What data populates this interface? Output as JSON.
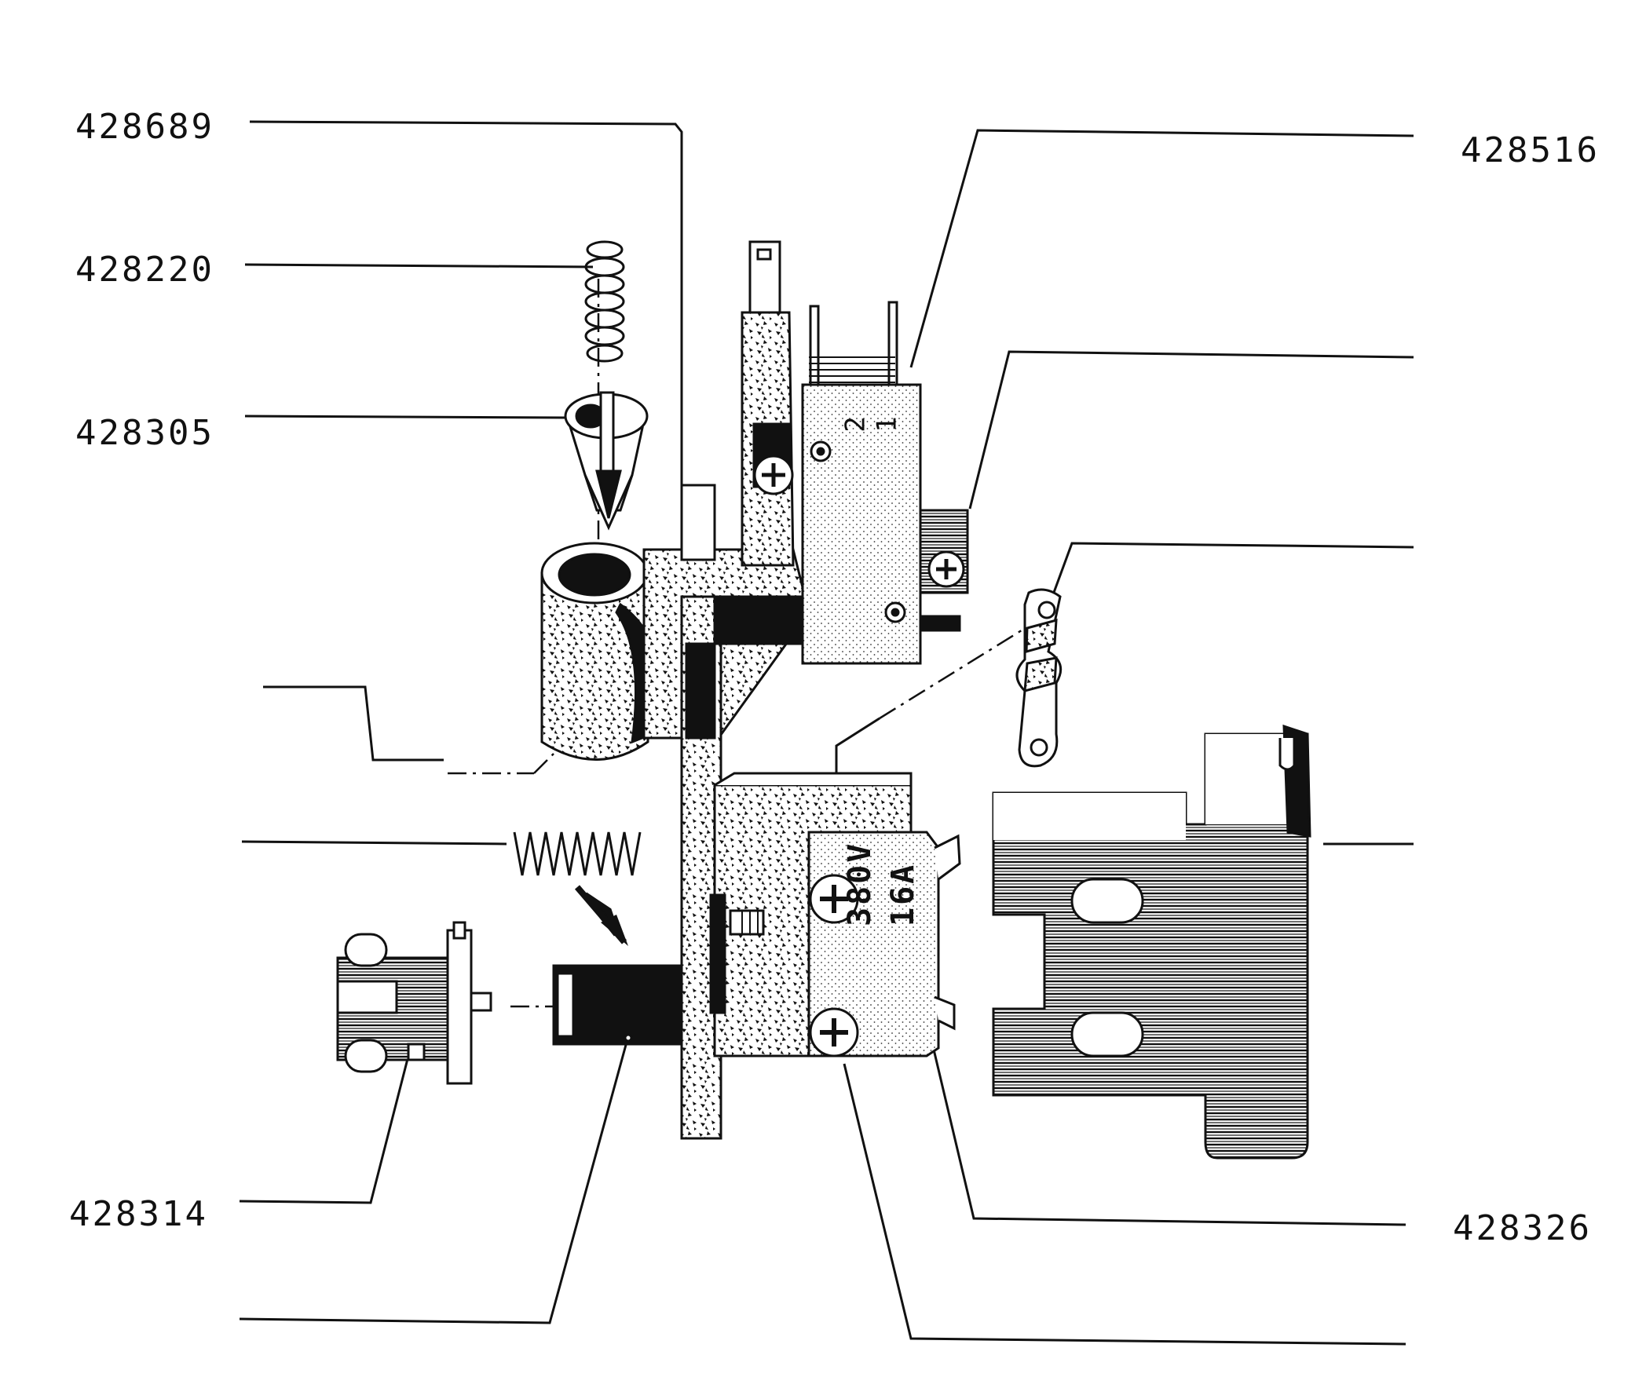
{
  "labels": {
    "p428689": "428689",
    "p428220": "428220",
    "p428305": "428305",
    "p428516": "428516",
    "p428314": "428314",
    "p428326": "428326"
  },
  "switch_upper": {
    "terminal_2": "2",
    "terminal_1": "1"
  },
  "switch_lower": {
    "rating_voltage": "380V",
    "rating_current": "16A"
  },
  "colors": {
    "ink": "#111111",
    "paper": "#ffffff"
  }
}
